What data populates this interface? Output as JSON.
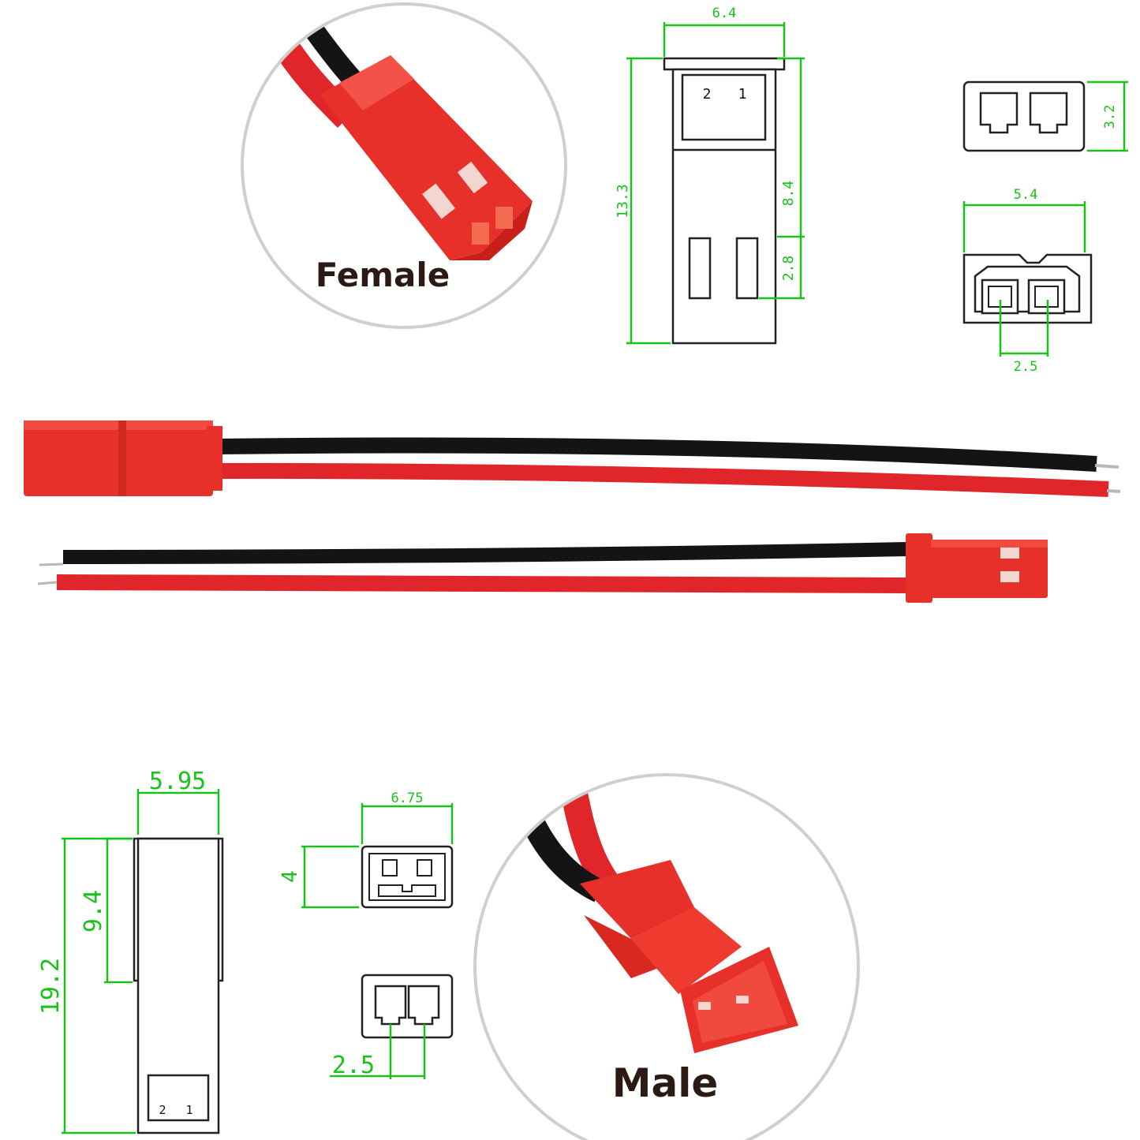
{
  "labels": {
    "female": "Female",
    "male": "Male"
  },
  "female_drawing": {
    "width": "6.4",
    "height": "13.3",
    "upper": "8.4",
    "slot": "2.8",
    "pin_2": "2",
    "pin_1": "1"
  },
  "female_end": {
    "height": "3.2"
  },
  "female_face": {
    "width": "5.4",
    "pitch": "2.5"
  },
  "male_drawing": {
    "width": "5.95",
    "upper": "9.4",
    "height": "19.2",
    "pin_2": "2",
    "pin_1": "1"
  },
  "male_face": {
    "width": "6.75",
    "height": "4"
  },
  "male_end": {
    "pitch": "2.5"
  },
  "colors": {
    "dimension": "#19c219",
    "housing": "#e8302a",
    "wire_red": "#e0262b",
    "wire_black": "#141414",
    "outline": "#222222",
    "circle": "#cfcfcf"
  }
}
